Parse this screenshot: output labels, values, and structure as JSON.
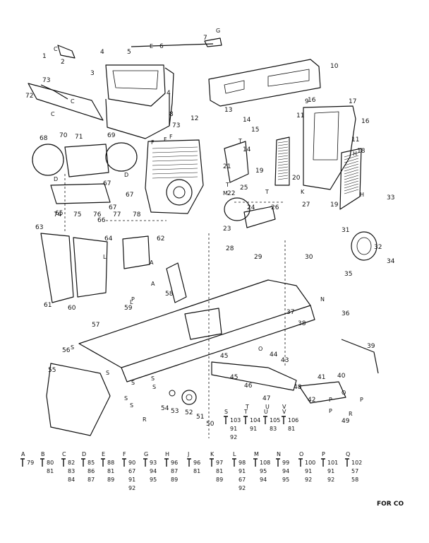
{
  "diagram": {
    "part_labels": [
      "1",
      "2",
      "3",
      "4",
      "4",
      "5",
      "6",
      "7",
      "8",
      "9",
      "10",
      "11",
      "11",
      "12",
      "13",
      "14",
      "14",
      "15",
      "16",
      "16",
      "17",
      "18",
      "19",
      "19",
      "20",
      "21",
      "22",
      "23",
      "24",
      "25",
      "26",
      "27",
      "28",
      "29",
      "30",
      "31",
      "32",
      "33",
      "34",
      "35",
      "36",
      "37",
      "38",
      "39",
      "40",
      "41",
      "42",
      "43",
      "44",
      "45",
      "45",
      "46",
      "47",
      "48",
      "49",
      "50",
      "51",
      "52",
      "53",
      "54",
      "55",
      "56",
      "57",
      "58",
      "59",
      "60",
      "61",
      "62",
      "63",
      "64",
      "65",
      "66",
      "67",
      "67",
      "67",
      "68",
      "69",
      "70",
      "71",
      "72",
      "73",
      "73",
      "74",
      "75",
      "76",
      "77",
      "78"
    ],
    "letter_callouts": [
      "C",
      "G",
      "E",
      "F",
      "F",
      "C",
      "C",
      "D",
      "D",
      "T",
      "T",
      "T",
      "K",
      "M",
      "H",
      "H",
      "L",
      "A",
      "A",
      "L",
      "P",
      "N",
      "O",
      "P",
      "P",
      "Q",
      "R",
      "S",
      "S",
      "S",
      "S",
      "S",
      "S",
      "S",
      "T",
      "U",
      "V",
      "P",
      "R",
      "F"
    ],
    "hardware_legend": [
      {
        "letter": "S",
        "items": [
          "103",
          "91",
          "92"
        ]
      },
      {
        "letter": "T",
        "items": [
          "104",
          "91"
        ]
      },
      {
        "letter": "U",
        "items": [
          "105",
          "83"
        ]
      },
      {
        "letter": "V",
        "items": [
          "106",
          "81"
        ]
      },
      {
        "letter": "A",
        "items": [
          "79"
        ]
      },
      {
        "letter": "B",
        "items": [
          "80",
          "81"
        ]
      },
      {
        "letter": "C",
        "items": [
          "82",
          "83",
          "84"
        ]
      },
      {
        "letter": "D",
        "items": [
          "85",
          "86",
          "87"
        ]
      },
      {
        "letter": "E",
        "items": [
          "88",
          "81",
          "89"
        ]
      },
      {
        "letter": "F",
        "items": [
          "90",
          "67",
          "91",
          "92"
        ]
      },
      {
        "letter": "G",
        "items": [
          "93",
          "94",
          "95"
        ]
      },
      {
        "letter": "H",
        "items": [
          "96",
          "87",
          "89"
        ]
      },
      {
        "letter": "J",
        "items": [
          "96",
          "81"
        ]
      },
      {
        "letter": "K",
        "items": [
          "97",
          "81",
          "89"
        ]
      },
      {
        "letter": "L",
        "items": [
          "98",
          "91",
          "67",
          "92"
        ]
      },
      {
        "letter": "M",
        "items": [
          "108",
          "95",
          "94"
        ]
      },
      {
        "letter": "N",
        "items": [
          "99",
          "94",
          "95"
        ]
      },
      {
        "letter": "O",
        "items": [
          "100",
          "91",
          "92"
        ]
      },
      {
        "letter": "P",
        "items": [
          "101",
          "91",
          "92"
        ]
      },
      {
        "letter": "Q",
        "items": [
          "102",
          "57",
          "58"
        ]
      }
    ],
    "footer_text": "FOR CO"
  }
}
